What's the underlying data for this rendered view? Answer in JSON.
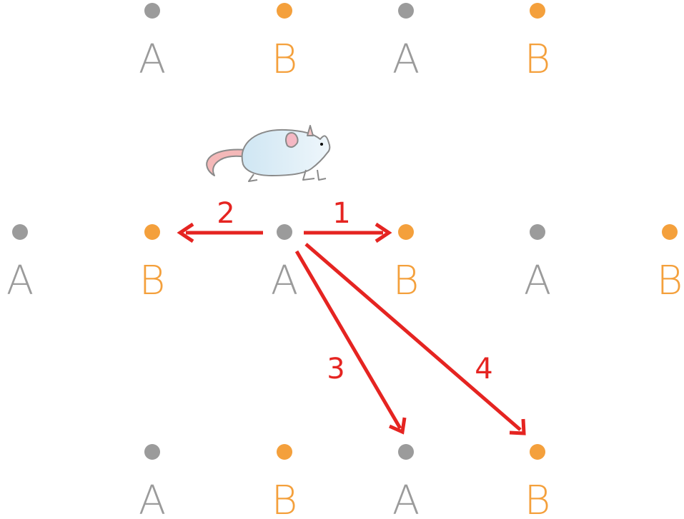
{
  "colors": {
    "a": "#9b9b9b",
    "b": "#f4a03c",
    "arrow": "#e52421"
  },
  "nodes": {
    "top": [
      {
        "label": "A",
        "type": "a"
      },
      {
        "label": "B",
        "type": "b"
      },
      {
        "label": "A",
        "type": "a"
      },
      {
        "label": "B",
        "type": "b"
      }
    ],
    "middle": [
      {
        "label": "A",
        "type": "a"
      },
      {
        "label": "B",
        "type": "b"
      },
      {
        "label": "A",
        "type": "a"
      },
      {
        "label": "B",
        "type": "b"
      },
      {
        "label": "A",
        "type": "a"
      },
      {
        "label": "B",
        "type": "b"
      }
    ],
    "bottom": [
      {
        "label": "A",
        "type": "a"
      },
      {
        "label": "B",
        "type": "b"
      },
      {
        "label": "A",
        "type": "a"
      },
      {
        "label": "B",
        "type": "b"
      }
    ]
  },
  "arrows": [
    {
      "number": "1",
      "from": "middle-A-center",
      "to": "middle-B-right"
    },
    {
      "number": "2",
      "from": "middle-A-center",
      "to": "middle-B-left"
    },
    {
      "number": "3",
      "from": "middle-A-center",
      "to": "bottom-A"
    },
    {
      "number": "4",
      "from": "middle-A-center",
      "to": "bottom-B"
    }
  ],
  "figure": {
    "subject": "mouse-icon"
  }
}
